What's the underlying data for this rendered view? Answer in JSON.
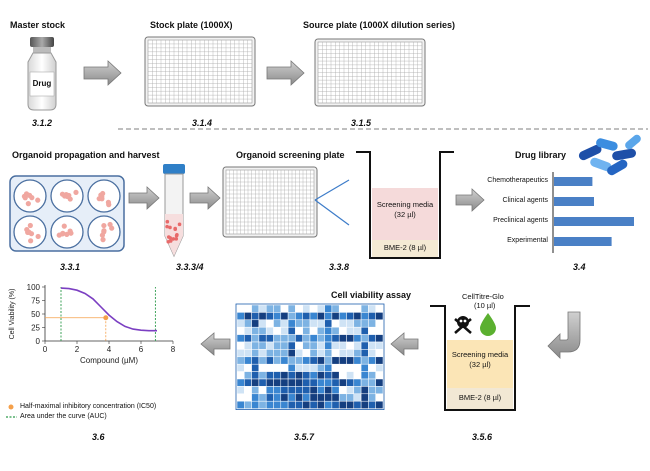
{
  "row1": {
    "master_stock": "Master stock",
    "drug_vial_label": "Drug",
    "stock_plate": "Stock plate (1000X)",
    "source_plate": "Source plate (1000X dilution series)",
    "step_312": "3.1.2",
    "step_314": "3.1.4",
    "step_315": "3.1.5"
  },
  "row2": {
    "organoid_title": "Organoid propagation and harvest",
    "screening_plate_title": "Organoid screening plate",
    "screening_media": "Screening media (32 µl)",
    "bme": "BME-2 (8 µl)",
    "drug_library": "Drug library",
    "step_331": "3.3.1",
    "step_3334": "3.3.3/4",
    "step_338": "3.3.8",
    "step_34": "3.4"
  },
  "drug_library_chart": {
    "type": "bar",
    "categories": [
      "Chemotherapeutics",
      "Clinical agents",
      "Preclinical agents",
      "Experimental"
    ],
    "values": [
      0.48,
      0.5,
      1.0,
      0.72
    ]
  },
  "row3": {
    "viability_title": "Cell viability assay",
    "celltitre": "CellTitre-Glo",
    "celltitre_vol": "(10 µl)",
    "screening_media": "Screening media (32 µl)",
    "bme": "BME-2 (8 µl)",
    "step_356": "3.5.6",
    "step_357": "3.5.7",
    "step_36": "3.6"
  },
  "legend": {
    "ic50": "Half-maximal inhibitory concentration (IC50)",
    "auc": "Area under the curve (AUC)"
  },
  "chart_data": {
    "type": "line",
    "xlabel": "Compound (µM)",
    "ylabel": "Cell Viability (%)",
    "xlim": [
      0,
      8
    ],
    "ylim": [
      0,
      100
    ],
    "xticks": [
      "0",
      "2",
      "4",
      "6",
      "8"
    ],
    "yticks": [
      "0",
      "25",
      "50",
      "75",
      "100"
    ],
    "series": [
      {
        "x": [
          1,
          1.5,
          2,
          2.5,
          3,
          3.5,
          4,
          4.5,
          5,
          5.5,
          6,
          6.5,
          7
        ],
        "y": [
          98,
          97,
          94,
          88,
          78,
          63,
          48,
          36,
          27,
          22,
          20,
          19,
          19
        ]
      }
    ],
    "ic50": {
      "x": 3.8,
      "y": 43
    },
    "auc_bounds": [
      1,
      6.9
    ],
    "colors": {
      "curve": "#7b3fc2",
      "ic50": "#f5a04a",
      "auc": "#2c9a4a"
    }
  },
  "heatmap": {
    "rows": 14,
    "cols": 20,
    "colors": [
      "#ffffff",
      "#cfe3f5",
      "#7db3e3",
      "#3a86d1",
      "#1f5fae",
      "#153f80"
    ]
  }
}
